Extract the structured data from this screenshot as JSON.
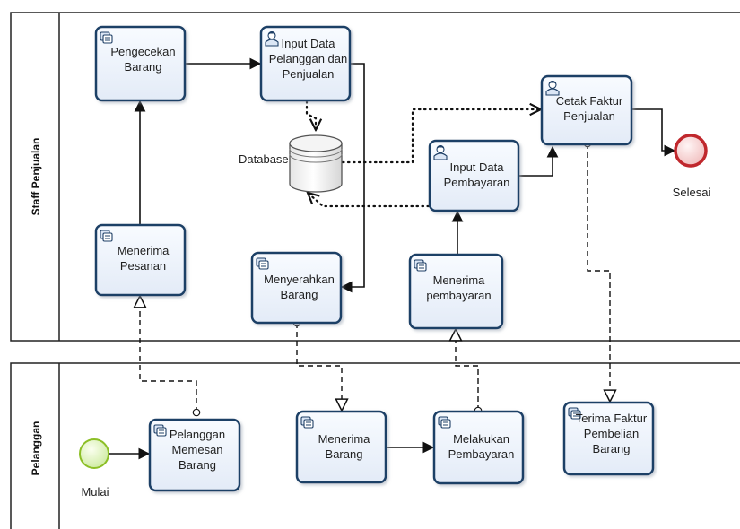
{
  "colors": {
    "task_fill": "#eef3fb",
    "task_border": "#1e3f66",
    "start_event_fill": "#dff5b8",
    "start_event_border": "#8cbf26",
    "end_event_fill": "#f7d3d3",
    "end_event_border": "#c0282d"
  },
  "lanes": [
    {
      "id": "staff",
      "label": "Staff Penjualan"
    },
    {
      "id": "pelanggan",
      "label": "Pelanggan"
    }
  ],
  "tasks": [
    {
      "id": "pengecekan",
      "lines": [
        "Pengecekan",
        "Barang"
      ],
      "icon": "service-task-icon"
    },
    {
      "id": "inputDataPelanggan",
      "lines": [
        "Input Data",
        "Pelanggan dan",
        "Penjualan"
      ],
      "icon": "user-task-icon"
    },
    {
      "id": "cetakFaktur",
      "lines": [
        "Cetak Faktur",
        "Penjualan"
      ],
      "icon": "user-task-icon"
    },
    {
      "id": "inputDataPembayaran",
      "lines": [
        "Input Data",
        "Pembayaran"
      ],
      "icon": "user-task-icon"
    },
    {
      "id": "menerimaPesanan",
      "lines": [
        "Menerima",
        "Pesanan"
      ],
      "icon": "service-task-icon"
    },
    {
      "id": "menyerahkanBarang",
      "lines": [
        "Menyerahkan",
        "Barang"
      ],
      "icon": "service-task-icon"
    },
    {
      "id": "menerimaPembayaran",
      "lines": [
        "Menerima",
        "pembayaran"
      ],
      "icon": "service-task-icon"
    },
    {
      "id": "pelangganMemesan",
      "lines": [
        "Pelanggan",
        "Memesan",
        "Barang"
      ],
      "icon": "service-task-icon"
    },
    {
      "id": "menerimaBarang",
      "lines": [
        "Menerima",
        "Barang"
      ],
      "icon": "service-task-icon"
    },
    {
      "id": "melakukanPembayaran",
      "lines": [
        "Melakukan",
        "Pembayaran"
      ],
      "icon": "service-task-icon"
    },
    {
      "id": "terimaFaktur",
      "lines": [
        "Terima Faktur",
        "Pembelian",
        "Barang"
      ],
      "icon": "service-task-icon"
    }
  ],
  "events": {
    "start": {
      "label": "Mulai"
    },
    "end": {
      "label": "Selesai"
    }
  },
  "data_store": {
    "label": "Database"
  }
}
